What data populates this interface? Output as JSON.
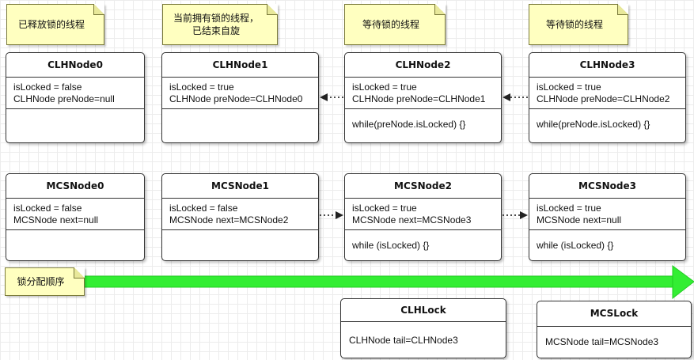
{
  "notes": {
    "released": "已释放锁的线程",
    "holder": "当前拥有锁的线程，已结束自旋",
    "waiting2": "等待锁的线程",
    "waiting3": "等待锁的线程",
    "order": "锁分配顺序"
  },
  "clh_nodes": [
    {
      "name": "CLHNode0",
      "attrs": [
        "isLocked = false",
        "CLHNode preNode=null"
      ],
      "op": ""
    },
    {
      "name": "CLHNode1",
      "attrs": [
        "isLocked = true",
        "CLHNode preNode=CLHNode0"
      ],
      "op": ""
    },
    {
      "name": "CLHNode2",
      "attrs": [
        "isLocked = true",
        "CLHNode preNode=CLHNode1"
      ],
      "op": "while(preNode.isLocked) {}"
    },
    {
      "name": "CLHNode3",
      "attrs": [
        "isLocked = true",
        "CLHNode preNode=CLHNode2"
      ],
      "op": "while(preNode.isLocked) {}"
    }
  ],
  "mcs_nodes": [
    {
      "name": "MCSNode0",
      "attrs": [
        "isLocked = false",
        "MCSNode next=null"
      ],
      "op": ""
    },
    {
      "name": "MCSNode1",
      "attrs": [
        "isLocked = false",
        "MCSNode next=MCSNode2"
      ],
      "op": ""
    },
    {
      "name": "MCSNode2",
      "attrs": [
        "isLocked = true",
        "MCSNode next=MCSNode3"
      ],
      "op": "while (isLocked) {}"
    },
    {
      "name": "MCSNode3",
      "attrs": [
        "isLocked = true",
        "MCSNode next=null"
      ],
      "op": "while (isLocked) {}"
    }
  ],
  "locks": {
    "clh": {
      "name": "CLHLock",
      "attr": "CLHNode tail=CLHNode3"
    },
    "mcs": {
      "name": "MCSLock",
      "attr": "MCSNode tail=MCSNode3"
    }
  },
  "colors": {
    "note_bg": "#ffffc0",
    "order_arrow": "#33ee33",
    "border": "#333333"
  }
}
